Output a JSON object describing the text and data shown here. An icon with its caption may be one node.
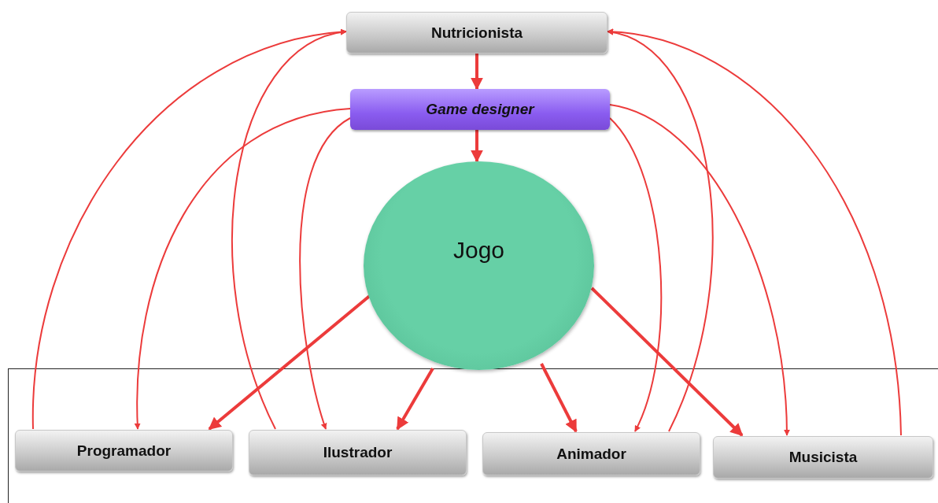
{
  "diagram": {
    "nodes": [
      {
        "text": [
          "Nutricionista"
        ]
      },
      {
        "text": [
          "Game designer"
        ]
      },
      {
        "text": [
          "Jogo"
        ]
      },
      {
        "text": [],
        "shape": "box"
      },
      {
        "text": [
          "Programador"
        ],
        "in": 3
      },
      {
        "text": [
          "Ilustrador"
        ],
        "in": 3
      },
      {
        "text": [
          "Animador"
        ],
        "in": 3
      },
      {
        "text": [
          "Musicista"
        ],
        "in": 3
      }
    ],
    "edges": [
      {
        "from": 0,
        "to": 1,
        "arrow": "to",
        "style": "thick"
      },
      {
        "from": 1,
        "to": 2,
        "arrow": "to",
        "style": "thick"
      },
      {
        "from": 2,
        "to": 4,
        "arrow": "to",
        "style": "thick"
      },
      {
        "from": 2,
        "to": 5,
        "arrow": "to",
        "style": "thick"
      },
      {
        "from": 2,
        "to": 6,
        "arrow": "to",
        "style": "thick"
      },
      {
        "from": 2,
        "to": 7,
        "arrow": "to",
        "style": "thick"
      },
      {
        "from": 4,
        "to": 0,
        "arrow": "to"
      },
      {
        "from": 5,
        "to": 0,
        "arrow": "to"
      },
      {
        "from": 6,
        "to": 0,
        "arrow": "to"
      },
      {
        "from": 7,
        "to": 0,
        "arrow": "to"
      },
      {
        "from": 1,
        "to": 4,
        "arrow": "to"
      },
      {
        "from": 1,
        "to": 5,
        "arrow": "to"
      },
      {
        "from": 1,
        "to": 6,
        "arrow": "to"
      },
      {
        "from": 1,
        "to": 7,
        "arrow": "to"
      }
    ]
  }
}
